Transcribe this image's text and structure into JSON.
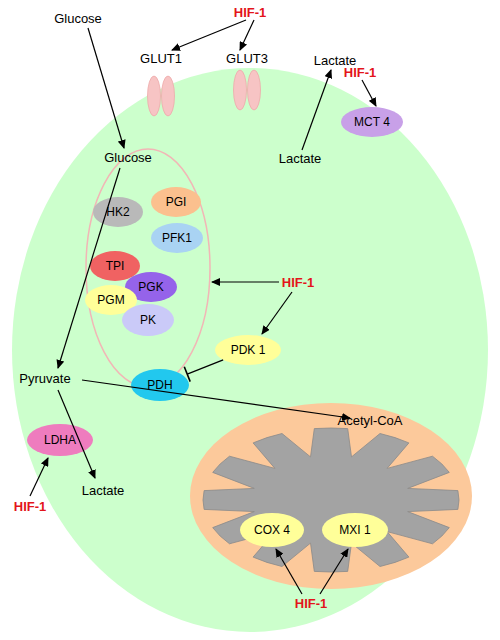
{
  "diagram": {
    "nodes": [
      {
        "text": [
          "GLUT1"
        ]
      },
      {
        "text": [
          "GLUT3"
        ]
      },
      {
        "text": [
          "MCT 4"
        ]
      },
      {
        "text": [
          "HK2"
        ]
      },
      {
        "text": [
          "PGI"
        ]
      },
      {
        "text": [
          "PFK1"
        ]
      },
      {
        "text": [
          "TPI"
        ]
      },
      {
        "text": [
          "PGK"
        ]
      },
      {
        "text": [
          "PGM"
        ]
      },
      {
        "text": [
          "PK"
        ]
      },
      {
        "text": [
          "PDK 1"
        ]
      },
      {
        "text": [
          "PDH"
        ]
      },
      {
        "text": [
          "LDHA"
        ]
      },
      {
        "text": [
          "Acetyl-CoA"
        ]
      },
      {
        "text": [
          "COX 4"
        ],
        "in": 13
      },
      {
        "text": [
          "MXI 1"
        ],
        "in": 13
      }
    ],
    "edges": [
      {
        "from": 10,
        "to": 11,
        "arrow": "to"
      }
    ],
    "labels": [
      "Glucose",
      "HIF-1",
      "Lactate",
      "HIF-1",
      "Glucose",
      "Lactate",
      "HIF-1",
      "Pyruvate",
      "Lactate",
      "HIF-1",
      "HIF-1"
    ]
  }
}
